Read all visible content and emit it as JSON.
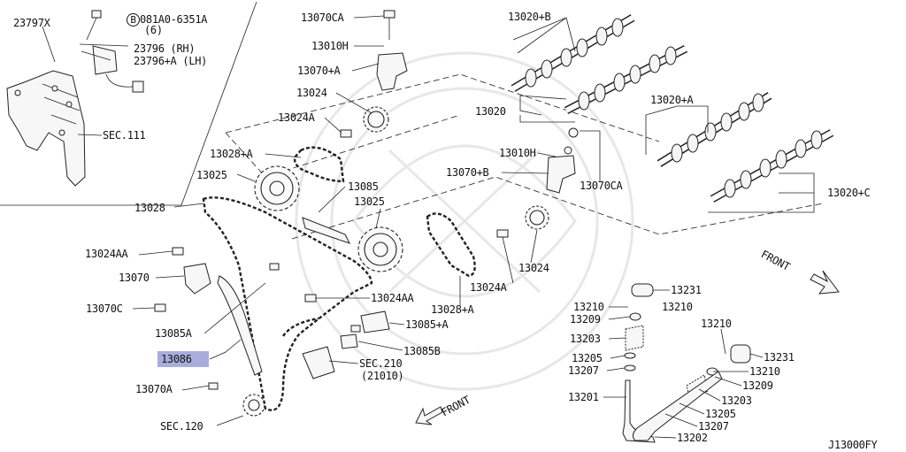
{
  "diagram": {
    "inset": {
      "part_23797x": "23797X",
      "bolt_code": "081A0-6351A",
      "bolt_qty": "(6)",
      "bolt_circle_letter": "B",
      "part_23796_rh": "23796  (RH)",
      "part_23796_lh": "23796+A (LH)",
      "sec111": "SEC.111"
    },
    "labels": {
      "p13070ca_top": "13070CA",
      "p13010h_top": "13010H",
      "p13070a_plus": "13070+A",
      "p13024_top": "13024",
      "p13024a_top": "13024A",
      "p13020b": "13020+B",
      "p13020": "13020",
      "p13020a": "13020+A",
      "p13020c": "13020+C",
      "p13010h_mid": "13010H",
      "p13070b": "13070+B",
      "p13070ca_mid": "13070CA",
      "p13028a_top": "13028+A",
      "p13025_left": "13025",
      "p13085": "13085",
      "p13025_mid": "13025",
      "p13028": "13028",
      "p13024aa_left": "13024AA",
      "p13070": "13070",
      "p13070c": "13070C",
      "p13024aa_mid": "13024AA",
      "p13085a": "13085A",
      "p13085a_plus": "13085+A",
      "p13085b": "13085B",
      "p13086": "13086",
      "p13070a": "13070A",
      "sec120": "SEC.120",
      "sec210": "SEC.210",
      "sec210_sub": "(21010)",
      "p13028a_mid": "13028+A",
      "p13024a_mid": "13024A",
      "p13024_mid": "13024",
      "front_right": "FRONT",
      "front_bottom": "FRONT",
      "p13231_a": "13231",
      "p13210_a": "13210",
      "p13210_b": "13210",
      "p13209_a": "13209",
      "p13203_a": "13203",
      "p13205_a": "13205",
      "p13207_a": "13207",
      "p13201": "13201",
      "p13210_c": "13210",
      "p13231_b": "13231",
      "p13210_d": "13210",
      "p13209_b": "13209",
      "p13203_b": "13203",
      "p13205_b": "13205",
      "p13207_b": "13207",
      "p13202": "13202",
      "diagram_code": "J13000FY"
    },
    "highlight_color": "#a9addc"
  }
}
